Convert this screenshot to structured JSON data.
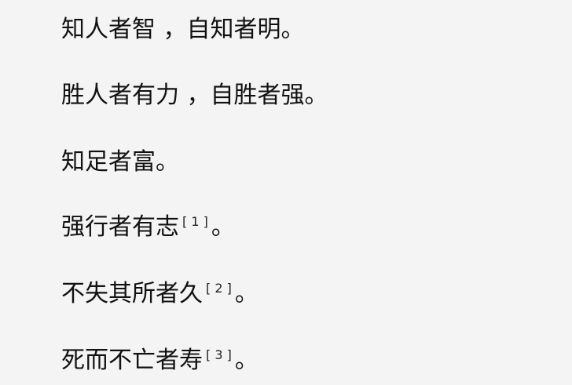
{
  "lines": [
    {
      "text": "知人者智 ，自知者明。"
    },
    {
      "text": "胜人者有力 ，自胜者强。"
    },
    {
      "text": "知足者富。"
    },
    {
      "text": "强行者有志",
      "ref": "[ 1 ]",
      "end": "。"
    },
    {
      "text": "不失其所者久",
      "ref": "[ 2 ]",
      "end": "。"
    },
    {
      "text": "死而不亡者寿",
      "ref": "[ 3 ]",
      "end": "。"
    }
  ]
}
